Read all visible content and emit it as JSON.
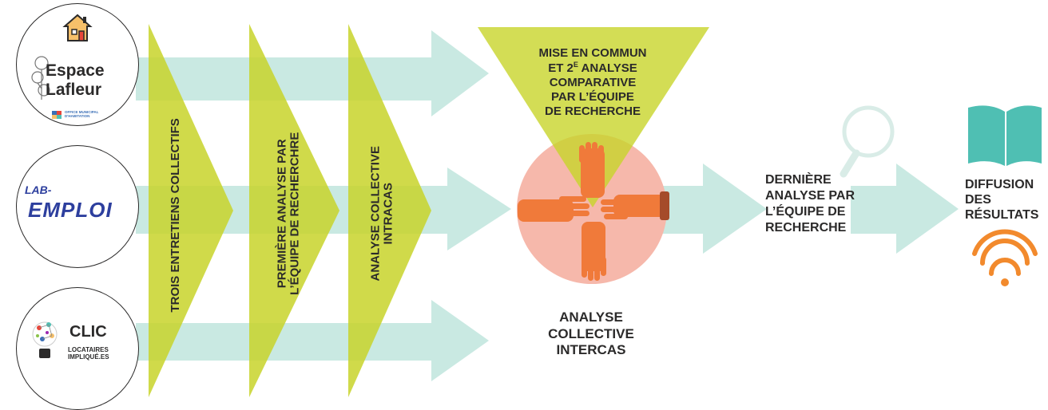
{
  "orgs": {
    "espace": {
      "line1": "Espace",
      "line2": "Lafleur",
      "sub1": "OFFICE MUNICIPAL",
      "sub2": "D'HABITATION"
    },
    "lab": {
      "line1": "LAB-",
      "line2": "EMPLOI"
    },
    "clic": {
      "title": "CLIC",
      "sub1": "LOCATAIRES",
      "sub2": "IMPLIQUÉ.ES"
    }
  },
  "steps": {
    "step1": "TROIS ENTRETIENS COLLECTIFS",
    "step2_l1": "PREMIÈRE ANALYSE PAR",
    "step2_l2": "L’ÉQUIPE DE RECHERCHRE",
    "step3_l1": "ANALYSE COLLECTIVE",
    "step3_l2": "INTRACAS"
  },
  "triangle": {
    "l1": "MISE EN COMMUN",
    "l2a": "ET 2",
    "l2sup": "E",
    "l2b": " ANALYSE",
    "l3": "COMPARATIVE",
    "l4": "PAR L’ÉQUIPE",
    "l5": "DE RECHERCHE"
  },
  "intercas": {
    "l1": "ANALYSE",
    "l2": "COLLECTIVE",
    "l3": "INTERCAS"
  },
  "final_analysis": {
    "l1": "DERNIÈRE",
    "l2": "ANALYSE PAR",
    "l3": "L’ÉQUIPE DE",
    "l4": "RECHERCHE"
  },
  "diffusion": {
    "l1": "DIFFUSION",
    "l2": "DES",
    "l3": "RÉSULTATS"
  },
  "colors": {
    "arrow": "#c9e9e2",
    "chevron": "#c8d42a",
    "hands_circle": "#f6b8ab",
    "hand": "#f07a3a",
    "book": "#4fbfb3",
    "wifi": "#f28a2d"
  },
  "icons": [
    "house-icon",
    "flower-icon",
    "lightbulb-icon",
    "hands-icon",
    "magnifier-icon",
    "book-icon",
    "wifi-icon"
  ]
}
